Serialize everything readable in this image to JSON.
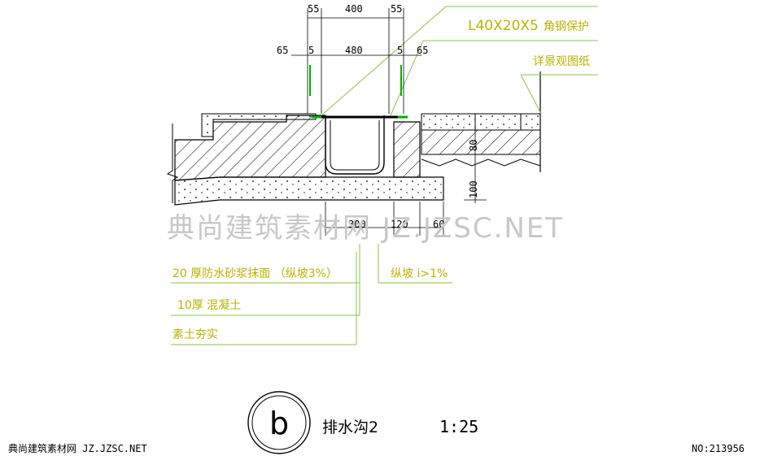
{
  "dimensions": {
    "top_row": [
      "55",
      "400",
      "55"
    ],
    "second_row": [
      "65",
      "5",
      "480",
      "5",
      "65"
    ],
    "bottom_row": [
      "300",
      "120",
      "60"
    ],
    "right_vertical": [
      "80",
      "100"
    ]
  },
  "callouts": {
    "angle_steel_spec": "L40X20X5",
    "angle_steel_note": "角钢保护",
    "landscape_ref": "详景观图纸"
  },
  "notes": {
    "mortar": "20 厚防水砂浆抹面 （纵坡3%）",
    "slope": "纵坡 i>1%",
    "concrete": "10厚 混凝土",
    "soil": "素土夯实"
  },
  "title_block": {
    "symbol": "b",
    "name": "排水沟2",
    "scale": "1:25"
  },
  "watermark": "典尚建筑素材网 JZ.JZSC.NET",
  "footer": {
    "left": "典尚建筑素材网 JZ.JZSC.NET",
    "right": "NO:213956"
  },
  "colors": {
    "line": "#000000",
    "leader": "#8bc34a",
    "accent": "#00b000",
    "note_text": "#b9b400"
  }
}
